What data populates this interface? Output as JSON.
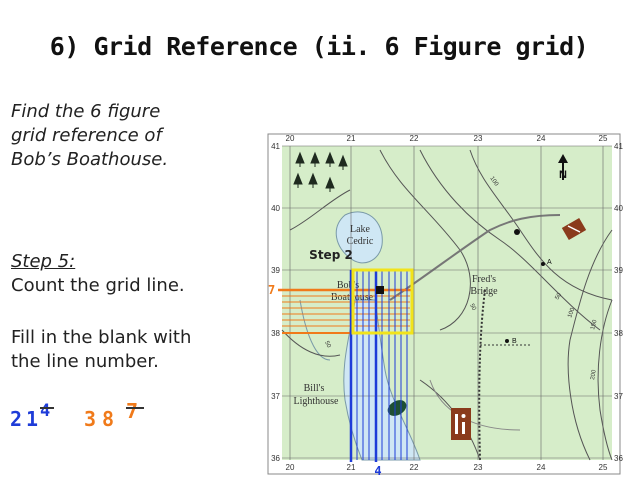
{
  "slide": {
    "title": "6) Grid Reference (ii. 6 Figure grid)"
  },
  "instructions": {
    "task_line1": "Find the 6 figure",
    "task_line2": "grid reference of",
    "task_line3": "Bob’s Boathouse.",
    "step_label": "Step 5:",
    "step_line": "Count the grid line.",
    "fill_line1": "Fill in the blank with",
    "fill_line2": "the line number."
  },
  "answer": {
    "d1": "2",
    "d2": "1",
    "d3": "4",
    "d4": "3",
    "d5": "8",
    "d6": "7",
    "easting_color": "#1e3cd8",
    "northing_color": "#f07a1a"
  },
  "map": {
    "eastings": [
      "20",
      "21",
      "22",
      "23",
      "24",
      "25"
    ],
    "northings": [
      "41",
      "40",
      "39",
      "38",
      "37",
      "36"
    ],
    "north_label": "N",
    "step_label": "Step 2",
    "lake_label_1": "Lake",
    "lake_label_2": "Cedric",
    "boathouse_label_1": "Bob's",
    "boathouse_label_2": "Boathouse",
    "bridge_label_1": "Fred's",
    "bridge_label_2": "Bridge",
    "lighthouse_label_1": "Bill's",
    "lighthouse_label_2": "Lighthouse",
    "contours": [
      "100",
      "50",
      "50",
      "100",
      "150",
      "200",
      "50"
    ],
    "point_a": "A",
    "point_b": "B",
    "counted_easting": "4",
    "counted_northing": "7",
    "land_color": "#d6edc9",
    "water_color": "#cfe7f4",
    "highlight_color": "#f2e31a"
  }
}
